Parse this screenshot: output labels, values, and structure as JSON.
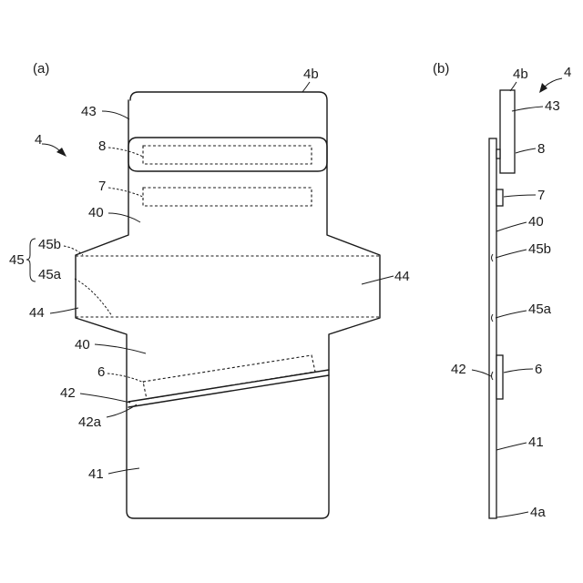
{
  "panels": {
    "a": {
      "title": "(a)"
    },
    "b": {
      "title": "(b)"
    }
  },
  "labels_a": {
    "l4b": "4b",
    "l43": "43",
    "l4": "4",
    "l8": "8",
    "l7": "7",
    "l40_top": "40",
    "l45": "45",
    "l45b": "45b",
    "l45a": "45a",
    "l44_right": "44",
    "l44_left": "44",
    "l40_bottom": "40",
    "l6": "6",
    "l42": "42",
    "l42a": "42a",
    "l41": "41"
  },
  "labels_b": {
    "l4b": "4b",
    "l4": "4",
    "l43": "43",
    "l8": "8",
    "l7": "7",
    "l40": "40",
    "l45b": "45b",
    "l45a": "45a",
    "l42": "42",
    "l6": "6",
    "l41": "41",
    "l4a": "4a"
  }
}
